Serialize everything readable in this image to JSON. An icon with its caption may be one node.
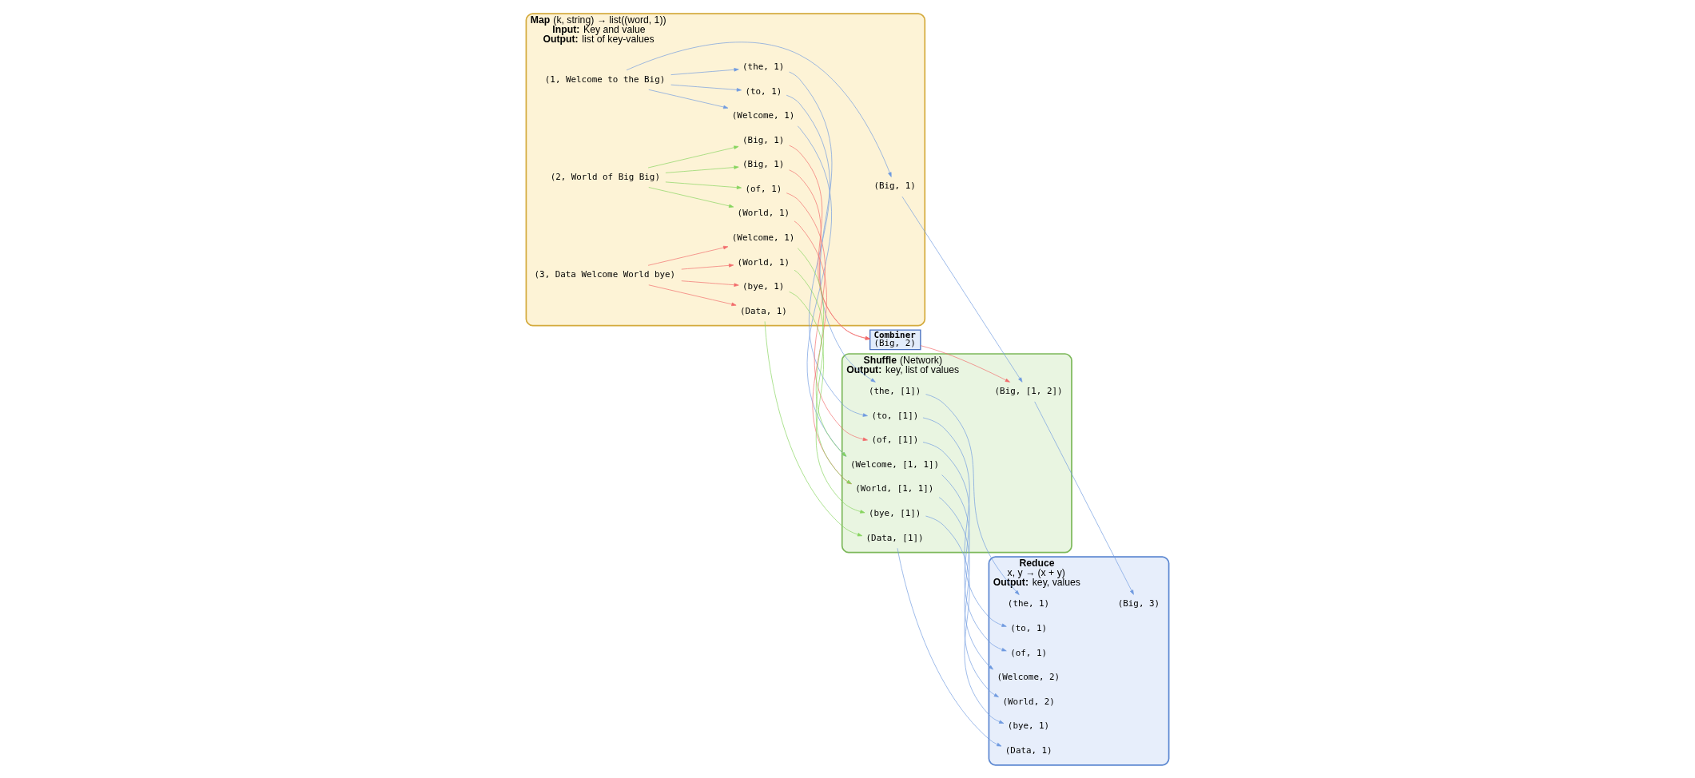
{
  "diagram": {
    "nodes": [
      {
        "text": [
          "**Map** (k, string) → list((word, 1))",
          "**Input:** Key and value",
          "**Output:** list of key-values"
        ]
      },
      {
        "text": [
          "(1, Welcome to the Big)"
        ],
        "in": 0
      },
      {
        "text": [
          "(Welcome, 1)"
        ],
        "in": 0
      },
      {
        "text": [
          "(to, 1)"
        ],
        "in": 0
      },
      {
        "text": [
          "(the, 1)"
        ],
        "in": 0
      },
      {
        "text": [
          "(Big, 1)"
        ],
        "in": 0
      },
      {
        "text": [
          "(2, World of Big Big)"
        ],
        "in": 0
      },
      {
        "text": [
          "(World, 1)"
        ],
        "in": 0
      },
      {
        "text": [
          "(of, 1)"
        ],
        "in": 0
      },
      {
        "text": [
          "(Big, 1)"
        ],
        "in": 0
      },
      {
        "text": [
          "(Big, 1)"
        ],
        "in": 0
      },
      {
        "text": [
          "(3, Data Welcome World bye)"
        ],
        "in": 0
      },
      {
        "text": [
          "(Data, 1)"
        ],
        "in": 0
      },
      {
        "text": [
          "(Welcome, 1)"
        ],
        "in": 0
      },
      {
        "text": [
          "(World, 1)"
        ],
        "in": 0
      },
      {
        "text": [
          "(bye, 1)"
        ],
        "in": 0
      },
      {
        "text": [
          "**Combiner**",
          "(Big, 2)"
        ]
      },
      {
        "text": [
          "**Shuffle** (Network)",
          "**Output:** key, list of values"
        ]
      },
      {
        "text": [
          "(Welcome, [1, 1])"
        ],
        "in": 17
      },
      {
        "text": [
          "(to, [1])"
        ],
        "in": 17
      },
      {
        "text": [
          "(the, [1])"
        ],
        "in": 17
      },
      {
        "text": [
          "(Big, [1, 2])"
        ],
        "in": 17
      },
      {
        "text": [
          "(World, [1, 1])"
        ],
        "in": 17
      },
      {
        "text": [
          "(of, [1])"
        ],
        "in": 17
      },
      {
        "text": [
          "(Data, [1])"
        ],
        "in": 17
      },
      {
        "text": [
          "(bye, [1])"
        ],
        "in": 17
      },
      {
        "text": [
          "**Reduce**",
          "x, y → (x + y)",
          "**Output:** key, values"
        ]
      },
      {
        "text": [
          "(Welcome, 2)"
        ],
        "in": 26
      },
      {
        "text": [
          "(to, 1)"
        ],
        "in": 26
      },
      {
        "text": [
          "(the, 1)"
        ],
        "in": 26
      },
      {
        "text": [
          "(Big, 3)"
        ],
        "in": 26
      },
      {
        "text": [
          "(World, 2)"
        ],
        "in": 26
      },
      {
        "text": [
          "(of, 1)"
        ],
        "in": 26
      },
      {
        "text": [
          "(Data, 1)"
        ],
        "in": 26
      },
      {
        "text": [
          "(bye, 1)"
        ],
        "in": 26
      }
    ],
    "edges": [
      {
        "from": 1,
        "to": 2,
        "arrow": "to"
      },
      {
        "from": 1,
        "to": 3,
        "arrow": "to"
      },
      {
        "from": 1,
        "to": 4,
        "arrow": "to"
      },
      {
        "from": 1,
        "to": 5,
        "arrow": "to"
      },
      {
        "from": 6,
        "to": 7,
        "arrow": "to",
        "color": "#86d45e"
      },
      {
        "from": 6,
        "to": 8,
        "arrow": "to",
        "color": "#86d45e"
      },
      {
        "from": 6,
        "to": 9,
        "arrow": "to",
        "color": "#86d45e"
      },
      {
        "from": 6,
        "to": 10,
        "arrow": "to",
        "color": "#86d45e"
      },
      {
        "from": 11,
        "to": 12,
        "arrow": "to",
        "color": "#f26b6b"
      },
      {
        "from": 11,
        "to": 13,
        "arrow": "to",
        "color": "#f26b6b"
      },
      {
        "from": 11,
        "to": 14,
        "arrow": "to",
        "color": "#f26b6b"
      },
      {
        "from": 11,
        "to": 15,
        "arrow": "to",
        "color": "#f26b6b"
      },
      {
        "from": 2,
        "to": 18,
        "arrow": "to"
      },
      {
        "from": 3,
        "to": 19,
        "arrow": "to"
      },
      {
        "from": 4,
        "to": 20,
        "arrow": "to"
      },
      {
        "from": 5,
        "to": 21,
        "arrow": "to"
      },
      {
        "from": 7,
        "to": 22,
        "arrow": "to",
        "color": "#f26b6b"
      },
      {
        "from": 8,
        "to": 23,
        "arrow": "to",
        "color": "#f26b6b"
      },
      {
        "from": 9,
        "to": 16,
        "arrow": "to",
        "color": "#f26b6b"
      },
      {
        "from": 10,
        "to": 16,
        "arrow": "to",
        "color": "#f26b6b"
      },
      {
        "from": 16,
        "to": 21,
        "arrow": "to",
        "color": "#f26b6b"
      },
      {
        "from": 12,
        "to": 24,
        "arrow": "to",
        "color": "#86d45e"
      },
      {
        "from": 13,
        "to": 18,
        "arrow": "to",
        "color": "#86d45e"
      },
      {
        "from": 14,
        "to": 22,
        "arrow": "to",
        "color": "#86d45e"
      },
      {
        "from": 15,
        "to": 25,
        "arrow": "to",
        "color": "#86d45e"
      },
      {
        "from": 18,
        "to": 27,
        "arrow": "to"
      },
      {
        "from": 19,
        "to": 28,
        "arrow": "to"
      },
      {
        "from": 20,
        "to": 29,
        "arrow": "to"
      },
      {
        "from": 21,
        "to": 30,
        "arrow": "to"
      },
      {
        "from": 22,
        "to": 31,
        "arrow": "to"
      },
      {
        "from": 23,
        "to": 32,
        "arrow": "to"
      },
      {
        "from": 24,
        "to": 33,
        "arrow": "to"
      },
      {
        "from": 25,
        "to": 34,
        "arrow": "to"
      }
    ]
  }
}
